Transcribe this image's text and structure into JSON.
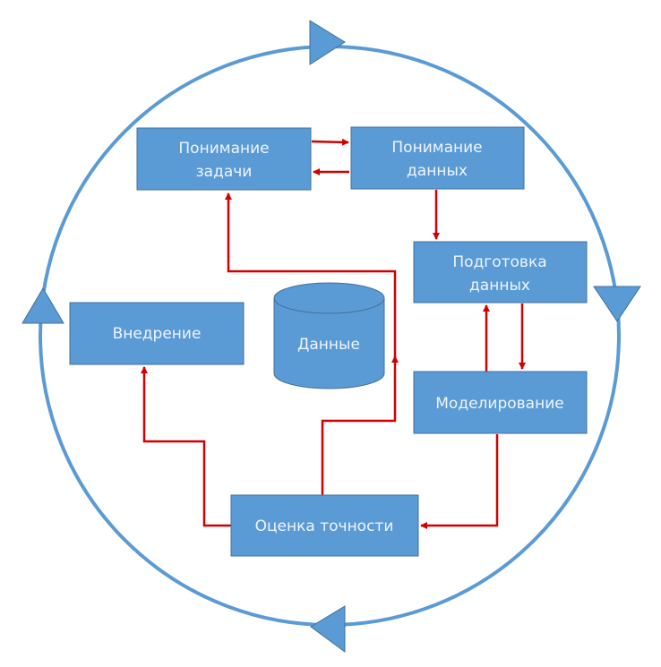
{
  "diagram": {
    "type": "process-cycle",
    "colors": {
      "box_fill": "#5b9bd5",
      "box_stroke": "#41719c",
      "cycle_stroke": "#5b9bd5",
      "flow_arrow": "#d00000",
      "text": "#eef4fb"
    },
    "nodes": {
      "business_understanding": {
        "lines": [
          "Понимание",
          "задачи"
        ]
      },
      "data_understanding": {
        "lines": [
          "Понимание",
          "данных"
        ]
      },
      "data_preparation": {
        "lines": [
          "Подготовка",
          "данных"
        ]
      },
      "modeling": {
        "lines": [
          "Моделирование"
        ]
      },
      "evaluation": {
        "lines": [
          "Оценка точности"
        ]
      },
      "deployment": {
        "lines": [
          "Внедрение"
        ]
      },
      "data_store": {
        "lines": [
          "Данные"
        ]
      }
    },
    "edges": [
      {
        "from": "business_understanding",
        "to": "data_understanding"
      },
      {
        "from": "data_understanding",
        "to": "business_understanding"
      },
      {
        "from": "data_understanding",
        "to": "data_preparation"
      },
      {
        "from": "data_preparation",
        "to": "modeling"
      },
      {
        "from": "modeling",
        "to": "data_preparation"
      },
      {
        "from": "modeling",
        "to": "evaluation"
      },
      {
        "from": "evaluation",
        "to": "business_understanding"
      },
      {
        "from": "evaluation",
        "to": "deployment"
      }
    ],
    "cycle_direction": "clockwise"
  }
}
